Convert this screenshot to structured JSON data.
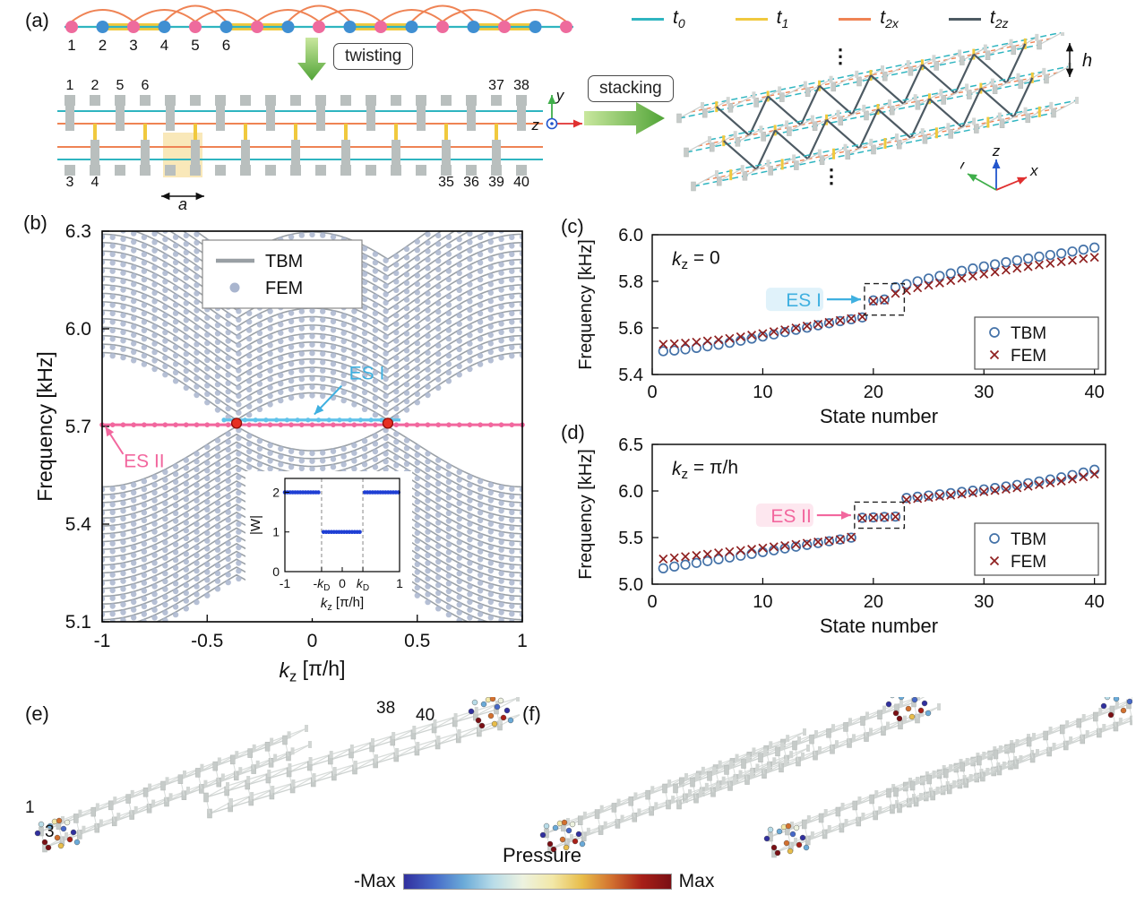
{
  "panel_labels": {
    "a": "(a)",
    "b": "(b)",
    "c": "(c)",
    "d": "(d)",
    "e": "(e)",
    "f": "(f)"
  },
  "panel_a": {
    "twisting_label": "twisting",
    "stacking_label": "stacking",
    "h_label": "h",
    "dots_ellipsis": "⋮",
    "chain": {
      "sites": 17,
      "numbers": [
        "1",
        "2",
        "3",
        "4",
        "5",
        "6"
      ],
      "pink": "#ee6b9d",
      "blue": "#3f8fd2",
      "teal": "#2fb5c0",
      "yellow": "#f0c93e",
      "orange": "#ef8354"
    },
    "lattice2d": {
      "columns": 19,
      "top_left_numbers": [
        "1",
        "2",
        "5",
        "6"
      ],
      "top_right_numbers": [
        "37",
        "38"
      ],
      "bottom_left_numbers": [
        "3",
        "4"
      ],
      "bottom_right_numbers": [
        "35",
        "36",
        "39",
        "40"
      ],
      "cell_label": "a",
      "gray": "#b9bfbe",
      "highlight": "#f8e2a8"
    },
    "axes_2d": {
      "x": "x",
      "y": "y",
      "z": "z",
      "x_color": "#e03030",
      "y_color": "#3fae4a",
      "z_color": "#2255cc"
    },
    "axes_3d": {
      "x": "x",
      "y": "y",
      "z": "z",
      "x_color": "#e03030",
      "y_color": "#3fae4a",
      "z_color": "#2255cc"
    },
    "legend": [
      {
        "sym": "t",
        "sub": "0",
        "color": "#2fb5c0"
      },
      {
        "sym": "t",
        "sub": "1",
        "color": "#f0c93e"
      },
      {
        "sym": "t",
        "sub": "2x",
        "color": "#ef8354"
      },
      {
        "sym": "t",
        "sub": "2z",
        "color": "#4d5a63"
      }
    ]
  },
  "chart_data": [
    {
      "id": "b",
      "type": "line",
      "xlabel": "k_z  [π/h]",
      "ylabel": "Frequency [kHz]",
      "xlim": [
        -1,
        1
      ],
      "ylim": [
        5.1,
        6.3
      ],
      "xticks": [
        -1,
        -0.5,
        0,
        0.5,
        1
      ],
      "xtick_labels": [
        "-1",
        "-0.5",
        "0",
        "0.5",
        "1"
      ],
      "yticks": [
        5.1,
        5.4,
        5.7,
        6.0,
        6.3
      ],
      "ytick_labels": [
        "5.1",
        "5.4",
        "5.7",
        "6.0",
        "6.3"
      ],
      "legend": [
        {
          "label": "TBM",
          "marker": "line",
          "color": "#999fa4"
        },
        {
          "label": "FEM",
          "marker": "dot",
          "color": "#a9b5ce"
        }
      ],
      "bands": {
        "count": 20,
        "m_step_upper": 0.026,
        "m_step_lower": 0.024,
        "v_upper": 0.145,
        "v_lower": 0.13,
        "kD": 0.36,
        "upper_center": 5.72,
        "lower_center": 5.7,
        "tbm_color": "#9aa0a5",
        "fem_color": "#a9b5ce"
      },
      "edge_states": {
        "es1": {
          "label": "ES I",
          "freq": 5.72,
          "k_min": -0.42,
          "k_max": 0.42,
          "color": "#62c3ea",
          "label_color": "#3fb0e0"
        },
        "es2": {
          "label": "ES II",
          "freq": 5.705,
          "k_min": -1,
          "k_max": 1,
          "color": "#f2679e",
          "label_color": "#f2679e"
        },
        "dirac": {
          "freq": 5.71,
          "ks": [
            -0.36,
            0.36
          ],
          "color": "#e63022"
        }
      }
    },
    {
      "id": "b_inset",
      "type": "scatter",
      "xlabel": "k_z  [π/h]",
      "ylabel": "|W|",
      "xlim": [
        -1,
        1
      ],
      "ylim": [
        0,
        2.35
      ],
      "yticks": [
        0,
        1,
        2
      ],
      "ytick_labels": [
        "0",
        "1",
        "2"
      ],
      "xticks": [
        -1,
        -0.36,
        0,
        0.36,
        1
      ],
      "xtick_labels": [
        "-1",
        "-k_D",
        "0",
        "k_D",
        "1"
      ],
      "kD": 0.36,
      "values": {
        "outer": 2,
        "inner": 1
      },
      "dot_color": "#1f3fd4"
    },
    {
      "id": "c",
      "type": "scatter",
      "xlabel": "State number",
      "ylabel": "Frequency [kHz]",
      "annotation": "k_z = 0",
      "xlim": [
        0,
        41
      ],
      "ylim": [
        5.4,
        6.0
      ],
      "xticks": [
        0,
        10,
        20,
        30,
        40
      ],
      "xtick_labels": [
        "0",
        "10",
        "20",
        "30",
        "40"
      ],
      "yticks": [
        5.4,
        5.6,
        5.8,
        6.0
      ],
      "ytick_labels": [
        "5.4",
        "5.6",
        "5.8",
        "6.0"
      ],
      "es_label": {
        "text": "ES I",
        "color": "#3fb0e0"
      },
      "es_box_states": [
        19.2,
        22.8
      ],
      "es_box_freqs": [
        5.655,
        5.79
      ],
      "series": [
        {
          "name": "TBM",
          "marker": "circle",
          "color": "#4472a8",
          "y": [
            5.5,
            5.503,
            5.508,
            5.514,
            5.521,
            5.528,
            5.536,
            5.545,
            5.554,
            5.563,
            5.572,
            5.582,
            5.592,
            5.601,
            5.611,
            5.62,
            5.629,
            5.637,
            5.645,
            5.718,
            5.722,
            5.775,
            5.788,
            5.8,
            5.812,
            5.823,
            5.834,
            5.845,
            5.855,
            5.864,
            5.873,
            5.882,
            5.89,
            5.898,
            5.906,
            5.913,
            5.92,
            5.928,
            5.936,
            5.945
          ]
        },
        {
          "name": "FEM",
          "marker": "x",
          "color": "#8f2020",
          "y": [
            5.53,
            5.532,
            5.535,
            5.539,
            5.544,
            5.549,
            5.555,
            5.562,
            5.569,
            5.576,
            5.584,
            5.592,
            5.6,
            5.608,
            5.616,
            5.624,
            5.632,
            5.64,
            5.648,
            5.715,
            5.719,
            5.748,
            5.76,
            5.772,
            5.783,
            5.793,
            5.803,
            5.813,
            5.822,
            5.831,
            5.84,
            5.848,
            5.856,
            5.863,
            5.87,
            5.877,
            5.884,
            5.89,
            5.897,
            5.903
          ]
        }
      ]
    },
    {
      "id": "d",
      "type": "scatter",
      "xlabel": "State number",
      "ylabel": "Frequency [kHz]",
      "annotation": "k_z = π/h",
      "xlim": [
        0,
        41
      ],
      "ylim": [
        5.0,
        6.5
      ],
      "xticks": [
        0,
        10,
        20,
        30,
        40
      ],
      "xtick_labels": [
        "0",
        "10",
        "20",
        "30",
        "40"
      ],
      "yticks": [
        5.0,
        5.5,
        6.0,
        6.5
      ],
      "ytick_labels": [
        "5.0",
        "5.5",
        "6.0",
        "6.5"
      ],
      "es_label": {
        "text": "ES II",
        "color": "#f2679e"
      },
      "es_box_states": [
        18.3,
        22.8
      ],
      "es_box_freqs": [
        5.6,
        5.88
      ],
      "series": [
        {
          "name": "TBM",
          "marker": "circle",
          "color": "#4472a8",
          "y": [
            5.17,
            5.189,
            5.209,
            5.228,
            5.247,
            5.267,
            5.286,
            5.305,
            5.325,
            5.344,
            5.363,
            5.383,
            5.402,
            5.421,
            5.441,
            5.46,
            5.479,
            5.499,
            5.712,
            5.716,
            5.721,
            5.725,
            5.925,
            5.938,
            5.951,
            5.964,
            5.977,
            5.99,
            6.003,
            6.017,
            6.032,
            6.048,
            6.065,
            6.083,
            6.102,
            6.123,
            6.146,
            6.171,
            6.198,
            6.228
          ]
        },
        {
          "name": "FEM",
          "marker": "x",
          "color": "#8f2020",
          "y": [
            5.27,
            5.283,
            5.296,
            5.309,
            5.322,
            5.336,
            5.349,
            5.362,
            5.375,
            5.388,
            5.401,
            5.414,
            5.427,
            5.44,
            5.453,
            5.466,
            5.479,
            5.505,
            5.71,
            5.714,
            5.719,
            5.723,
            5.906,
            5.918,
            5.93,
            5.942,
            5.954,
            5.966,
            5.979,
            5.992,
            6.005,
            6.019,
            6.034,
            6.05,
            6.067,
            6.086,
            6.106,
            6.128,
            6.152,
            6.18
          ]
        }
      ]
    }
  ],
  "panel_e": {
    "labels": {
      "n1": "1",
      "n3": "3",
      "n38": "38",
      "n40": "40"
    }
  },
  "colorbar": {
    "title": "Pressure",
    "min_label": "-Max",
    "max_label": "Max",
    "stops": [
      "#31309e",
      "#4668c8",
      "#6aaad8",
      "#b8dce8",
      "#edf2e0",
      "#f2e8a8",
      "#e8bd4a",
      "#d2702f",
      "#a82018",
      "#7a0f14"
    ]
  }
}
